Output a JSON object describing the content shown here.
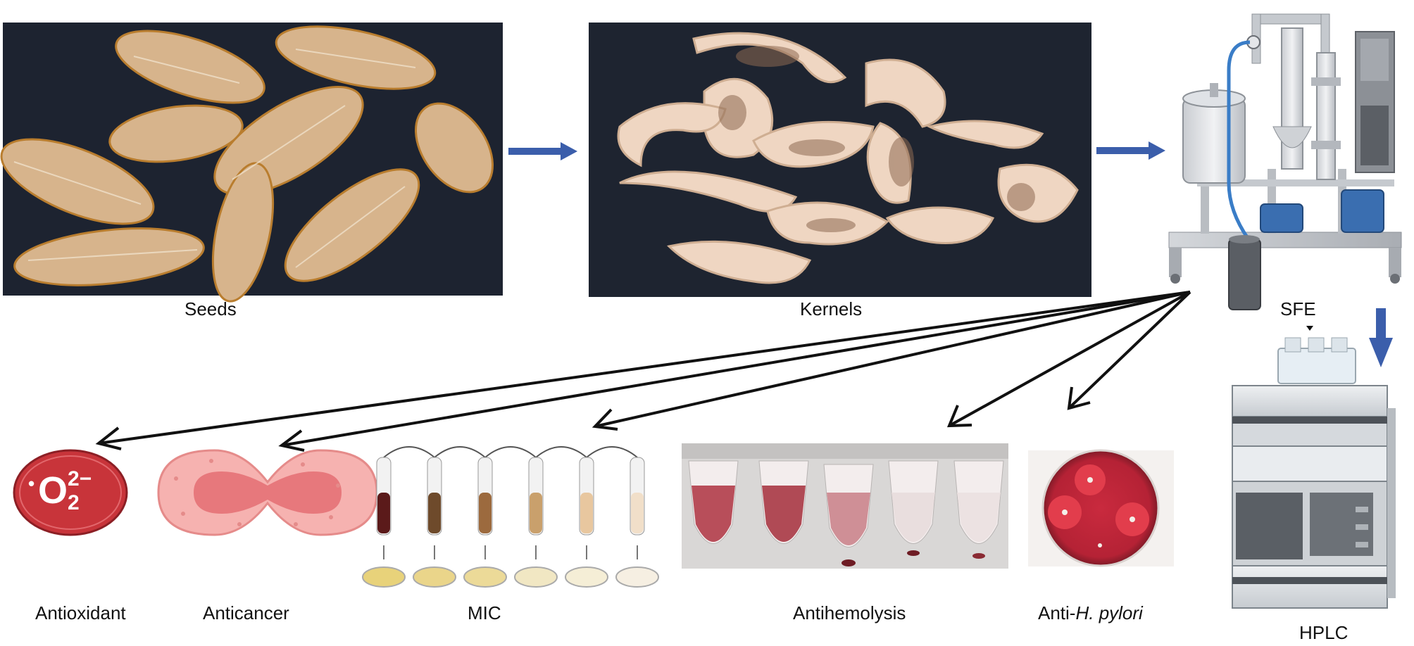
{
  "labels": {
    "seeds": "Seeds",
    "kernels": "Kernels",
    "sfe": "SFE",
    "hplc": "HPLC",
    "antioxidant": "Antioxidant",
    "anticancer": "Anticancer",
    "mic": "MIC",
    "antihemolysis": "Antihemolysis",
    "anti_hp_prefix": "Anti-",
    "anti_hp_italic": "H. pylori"
  },
  "icons": {
    "antioxidant_symbol": "O",
    "antioxidant_sub": "2",
    "antioxidant_sup": "2−",
    "antioxidant_dot": "•"
  },
  "colors": {
    "arrow_blue": "#3b5eab",
    "arrow_black": "#111111",
    "antioxidant_red": "#c8343a",
    "cell_pink": "#f4a3a3"
  }
}
